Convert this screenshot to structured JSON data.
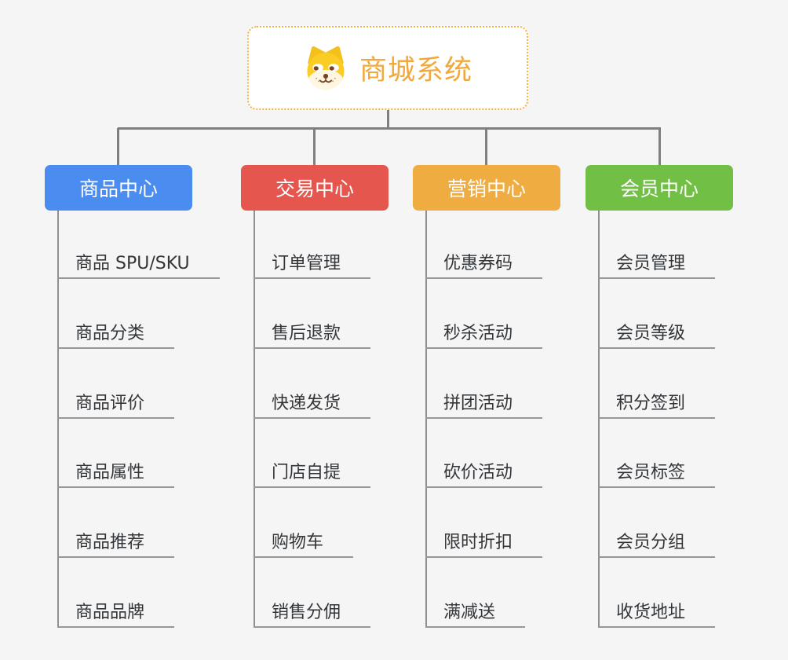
{
  "root": {
    "title": "商城系统",
    "icon": "dog-mascot-logo",
    "accent_color": "#f1a83c",
    "border_color": "#f3b043"
  },
  "branches": [
    {
      "label": "商品中心",
      "color": "#4a8cf0",
      "items": [
        "商品 SPU/SKU",
        "商品分类",
        "商品评价",
        "商品属性",
        "商品推荐",
        "商品品牌"
      ]
    },
    {
      "label": "交易中心",
      "color": "#e5564f",
      "items": [
        "订单管理",
        "售后退款",
        "快递发货",
        "门店自提",
        "购物车",
        "销售分佣"
      ]
    },
    {
      "label": "营销中心",
      "color": "#efac40",
      "items": [
        "优惠券码",
        "秒杀活动",
        "拼团活动",
        "砍价活动",
        "限时折扣",
        "满减送"
      ]
    },
    {
      "label": "会员中心",
      "color": "#72bf45",
      "items": [
        "会员管理",
        "会员等级",
        "积分签到",
        "会员标签",
        "会员分组",
        "收货地址"
      ]
    }
  ],
  "colors": {
    "background": "#f5f5f6",
    "connector_line": "#7f7f7f",
    "item_underline": "#979797",
    "item_text": "#333639"
  }
}
